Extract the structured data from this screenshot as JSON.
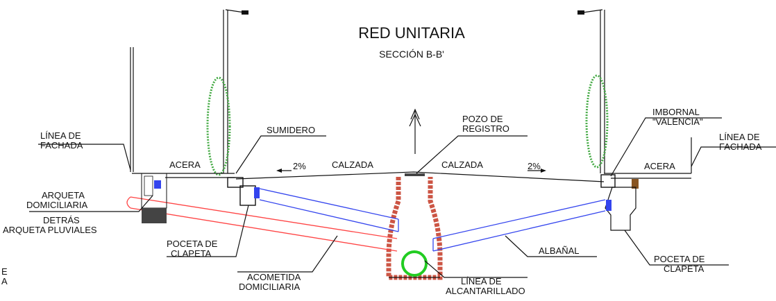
{
  "title": "RED UNITARIA",
  "subtitle": "SECCIÓN B-B'",
  "labels": {
    "linea_fachada_left": [
      "LÍNEA DE",
      "FACHADA"
    ],
    "arqueta_domiciliaria": [
      "ARQUETA",
      "DOMICILIARIA"
    ],
    "detras_arqueta": [
      "DETRÁS",
      "ARQUETA PLUVIALES"
    ],
    "acera_left": "ACERA",
    "sumidero": "SUMIDERO",
    "slope_left": "2%",
    "calzada_left": "CALZADA",
    "pozo_registro": [
      "POZO DE",
      "REGISTRO"
    ],
    "calzada_right": "CALZADA",
    "slope_right": "2%",
    "imbornal": [
      "IMBORNAL",
      "\"VALENCIA\""
    ],
    "linea_fachada_right": [
      "LÍNEA DE",
      "FACHADA"
    ],
    "acera_right": "ACERA",
    "poceta_left": [
      "POCETA DE",
      "CLAPETA"
    ],
    "acometida": [
      "ACOMETIDA",
      "DOMICILIARIA"
    ],
    "linea_alcantarillado": [
      "LÍNEA DE",
      "ALCANTARILLADO"
    ],
    "albanal": "ALBAÑAL",
    "poceta_right": [
      "POCETA DE",
      "CLAPETA"
    ],
    "edge_left": [
      "E",
      "A"
    ]
  },
  "colors": {
    "line": "#111111",
    "albanal_pipe": "#3344ee",
    "acometida_pipe": "#ff4444",
    "brick": "#cc5544",
    "tree": "#44aa44",
    "manhole_circle": "#22cc22",
    "dark_fill": "#444444"
  }
}
